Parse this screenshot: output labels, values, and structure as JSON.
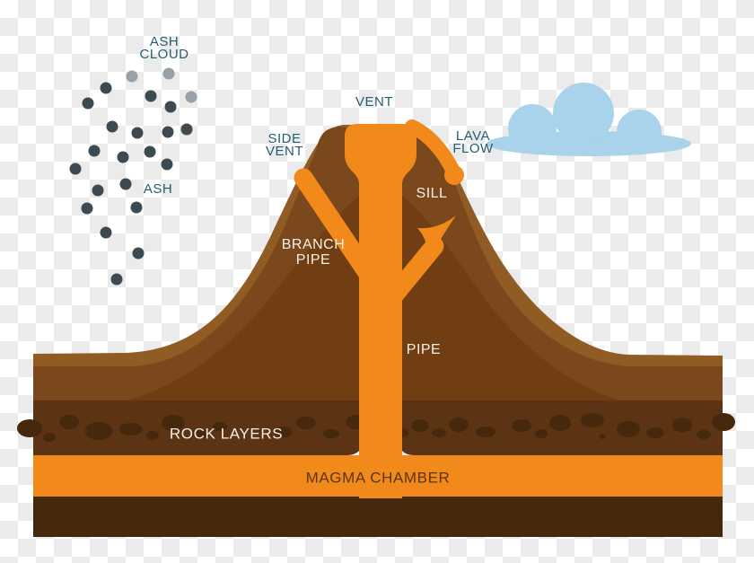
{
  "diagram": {
    "subject": "volcano cross-section",
    "labels": {
      "ash_cloud": "ASH\nCLOUD",
      "ash": "ASH",
      "vent": "VENT",
      "side_vent": "SIDE\nVENT",
      "lava_flow": "LAVA\nFLOW",
      "sill": "SILL",
      "branch_pipe": "BRANCH\nPIPE",
      "pipe": "PIPE",
      "rock_layers": "ROCK LAYERS",
      "magma_chamber": "MAGMA CHAMBER"
    },
    "colors": {
      "magma_orange": "#F18A1A",
      "cone_outer": "#905C24",
      "cone_mid": "#7A481C",
      "cone_inner": "#713E14",
      "rock_layer": "#5C3414",
      "rock_dark": "#46280D",
      "cloud_blue": "#A9D3EB",
      "label_teal": "#275D73",
      "label_light": "#F6EFE7",
      "label_brown": "#5C3414",
      "ash_dark": "#3E4A52",
      "ash_light": "#99A1A6",
      "checker_gray": "#EBEBEB"
    }
  }
}
